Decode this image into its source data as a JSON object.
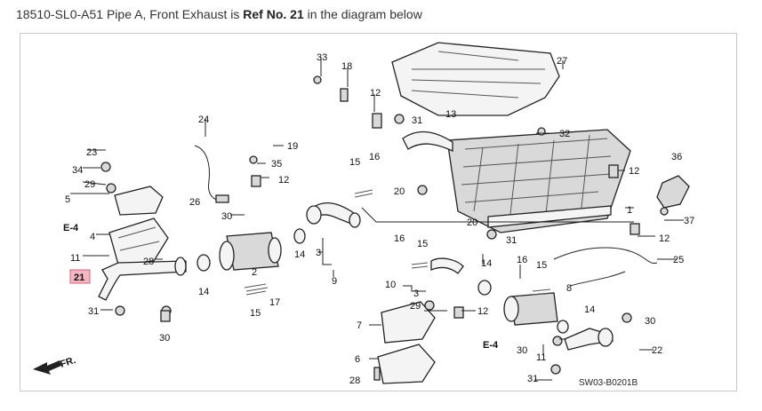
{
  "caption": {
    "part_number_and_name": "18510-SL0-A51 Pipe A, Front Exhaust is ",
    "ref_label": "Ref No. 21",
    "suffix": " in the diagram below"
  },
  "diagram": {
    "highlight": {
      "ref": "21",
      "color": "#f4b6c2",
      "border": "#d9667a"
    },
    "direction_label": "FR.",
    "diagram_code": "SW03-B0201B",
    "ref_e4_a": "E-4",
    "ref_e4_b": "E-4",
    "refs": {
      "r1": "1",
      "r2": "2",
      "r3a": "3",
      "r3b": "3",
      "r4": "4",
      "r5": "5",
      "r6": "6",
      "r7": "7",
      "r8": "8",
      "r9": "9",
      "r10": "10",
      "r11a": "11",
      "r11b": "11",
      "r12a": "12",
      "r12b": "12",
      "r12c": "12",
      "r12d": "12",
      "r12e": "12",
      "r13": "13",
      "r14a": "14",
      "r14b": "14",
      "r14c": "14",
      "r14d": "14",
      "r15a": "15",
      "r15b": "15",
      "r15c": "15",
      "r15d": "15",
      "r16a": "16",
      "r16b": "16",
      "r16c": "16",
      "r17": "17",
      "r18": "18",
      "r19": "19",
      "r20a": "20",
      "r20b": "20",
      "r21": "21",
      "r22": "22",
      "r23": "23",
      "r24": "24",
      "r25": "25",
      "r26": "26",
      "r27": "27",
      "r28a": "28",
      "r28b": "28",
      "r29a": "29",
      "r29b": "29",
      "r30a": "30",
      "r30b": "30",
      "r30c": "30",
      "r30d": "30",
      "r31a": "31",
      "r31b": "31",
      "r31c": "31",
      "r31d": "31",
      "r32": "32",
      "r33": "33",
      "r34": "34",
      "r35": "35",
      "r36": "36",
      "r37": "37"
    }
  }
}
